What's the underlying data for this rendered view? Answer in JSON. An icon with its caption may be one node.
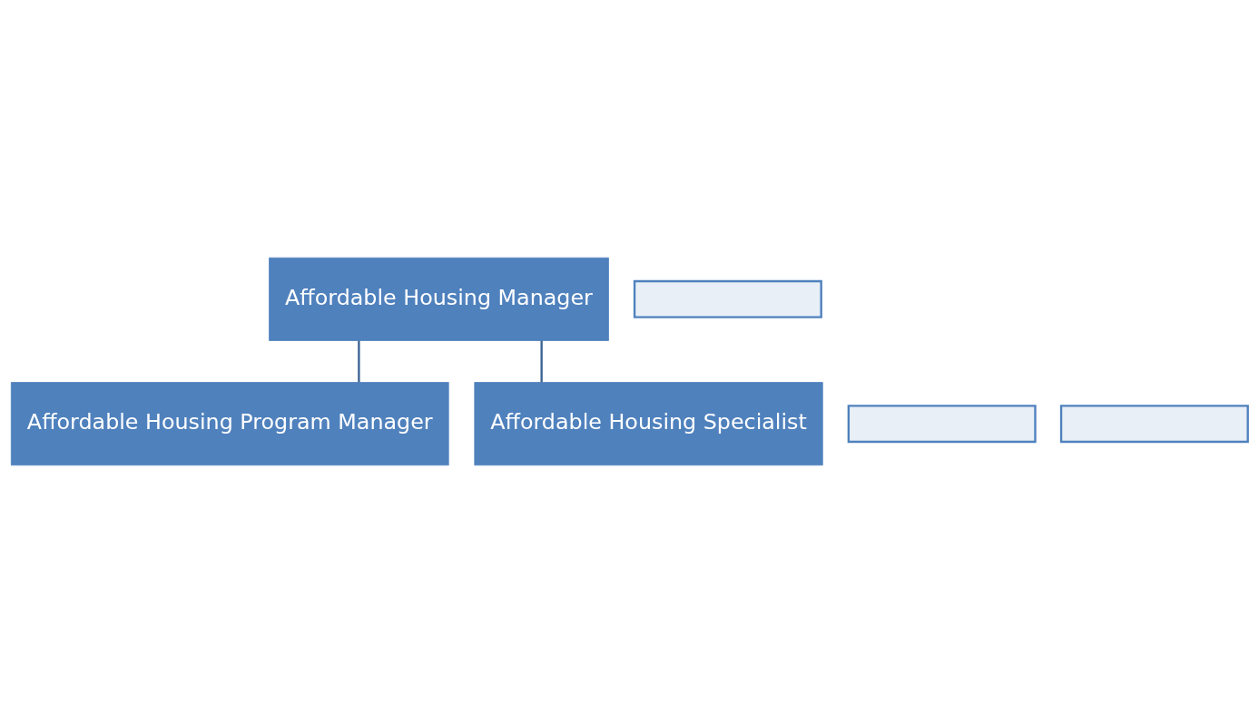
{
  "diagram": {
    "nodes": [
      {
        "text": [
          "Affordable Housing Manager"
        ]
      },
      {
        "text": [],
        "shape": "box"
      },
      {
        "text": [
          "Affordable Housing Program Manager"
        ]
      },
      {
        "text": [],
        "shape": "box"
      },
      {
        "text": [
          "Affordable Housing Specialist"
        ]
      },
      {
        "text": [],
        "shape": "box"
      }
    ],
    "edges": [
      {
        "from": 0,
        "to": 2,
        "arrow": "none"
      },
      {
        "from": 0,
        "to": 4,
        "arrow": "none"
      }
    ]
  }
}
